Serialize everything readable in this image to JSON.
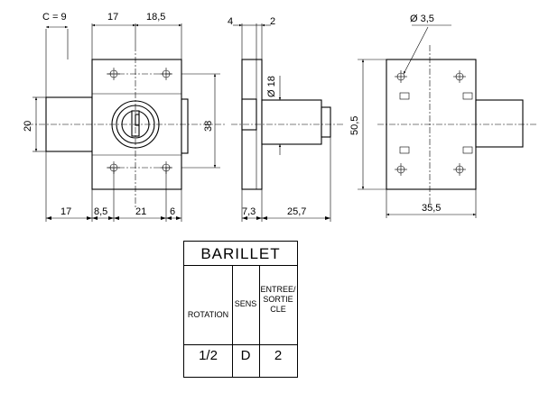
{
  "dimensions": {
    "c9": "C = 9",
    "d17_top": "17",
    "d18_5": "18,5",
    "d4": "4",
    "d2": "2",
    "d3_5": "Ø 3,5",
    "d18": "Ø 18",
    "d20": "20",
    "d38": "38",
    "d50_5": "50,5",
    "d17_bottom": "17",
    "d8_5": "8,5",
    "d21": "21",
    "d6": "6",
    "d7_3": "7,3",
    "d25_7": "25,7",
    "d35_5": "35,5"
  },
  "table": {
    "title": "BARILLET",
    "col1_header": "ROTATION",
    "col2_header": "SENS",
    "col3_header": "ENTREE/\nSORTIE\nCLE",
    "col1_value": "1/2",
    "col2_value": "D",
    "col3_value": "2"
  }
}
